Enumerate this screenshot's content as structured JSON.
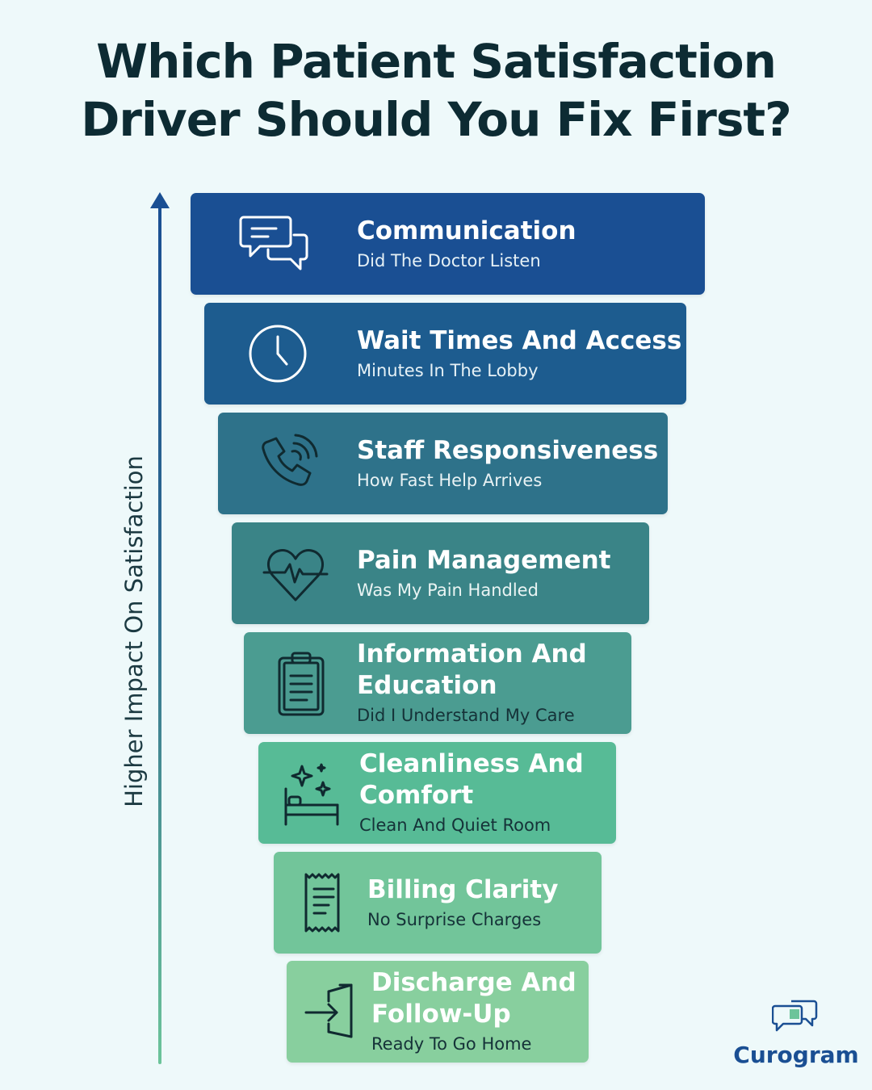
{
  "title": {
    "line1": "Which Patient Satisfaction",
    "line2": "Driver Should You Fix First?"
  },
  "axis": {
    "label": "Higher Impact On Satisfaction"
  },
  "drivers": [
    {
      "head": "Communication",
      "sub": "Did The Doctor Listen",
      "icon": "chat-bubbles-icon",
      "color": "#1a4f93"
    },
    {
      "head": "Wait Times And Access",
      "sub": "Minutes In The Lobby",
      "icon": "clock-icon",
      "color": "#1d5c8f"
    },
    {
      "head": "Staff Responsiveness",
      "sub": "How Fast Help Arrives",
      "icon": "phone-icon",
      "color": "#2e728a"
    },
    {
      "head": "Pain Management",
      "sub": "Was My Pain Handled",
      "icon": "heart-pulse-icon",
      "color": "#3a8487"
    },
    {
      "head_line1": "Information And",
      "head_line2": "Education",
      "sub": "Did I Understand My Care",
      "icon": "clipboard-icon",
      "color": "#4b9c91"
    },
    {
      "head_line1": "Cleanliness And",
      "head_line2": "Comfort",
      "sub": "Clean And Quiet Room",
      "icon": "sparkle-bed-icon",
      "color": "#57bb96"
    },
    {
      "head": "Billing Clarity",
      "sub": "No Surprise Charges",
      "icon": "receipt-icon",
      "color": "#72c59a"
    },
    {
      "head_line1": "Discharge And",
      "head_line2": "Follow-Up",
      "sub": "Ready To Go Home",
      "icon": "exit-door-icon",
      "color": "#88cf9e"
    }
  ],
  "brand": {
    "name": "Curogram",
    "color": "#1a4f93"
  }
}
